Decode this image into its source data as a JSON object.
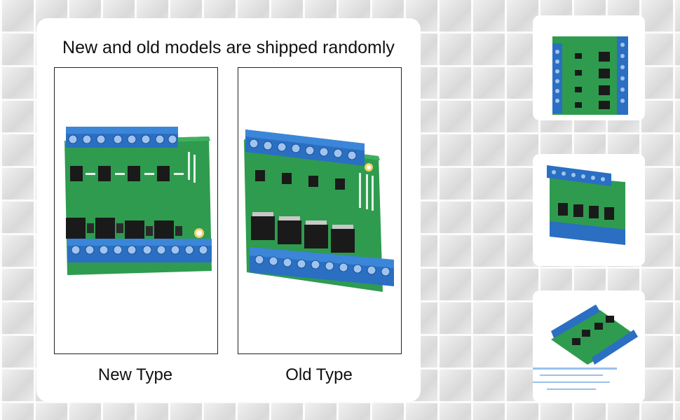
{
  "panel": {
    "headline": "New and old models are shipped randomly",
    "new_caption": "New Type",
    "old_caption": "Old Type"
  },
  "colors": {
    "pcb_green": "#2f9b4f",
    "terminal_blue": "#2a6fc2",
    "chip_black": "#1a1a1a"
  }
}
